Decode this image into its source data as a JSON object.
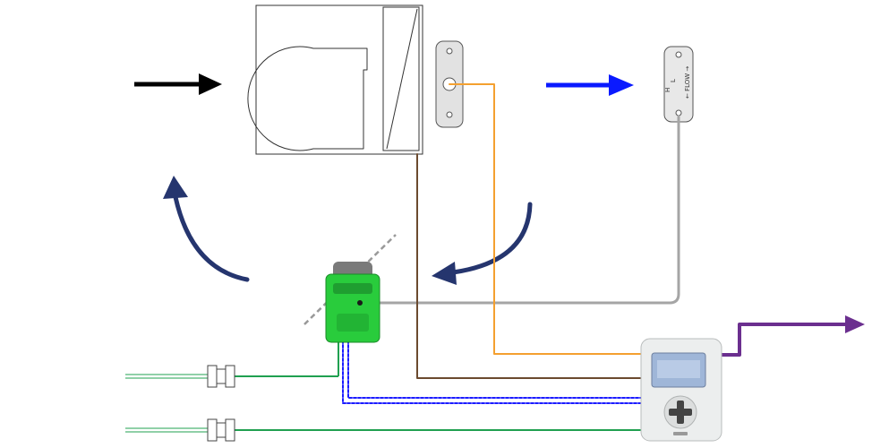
{
  "diagram": {
    "colors": {
      "duct_outline": "#333333",
      "supply_arrow": "#0a1aff",
      "intake_arrow": "#000000",
      "return_arrows": "#25356e",
      "sensor_wire": "#f4a030",
      "brown_wire": "#6b4a2f",
      "pressure_tube": "#a5a5a5",
      "bus_wire": "#6b2f8f",
      "pipe": "#20a050",
      "comm_cable": "#1c1cff",
      "actuator": "#29cc3c",
      "controller_body": "#eceeee",
      "controller_screen": "#9fb6d8"
    },
    "flow_probe": {
      "high_label": "H",
      "low_label": "L",
      "flow_label": "← FLOW →"
    },
    "icons": {
      "fan": "centrifugal-fan-icon",
      "coil": "coil-icon",
      "temperature_sensor": "duct-sensor-icon",
      "pressure_probe": "flow-pickup-icon",
      "damper_actuator": "damper-actuator-icon",
      "controller": "thermostat-controller-icon",
      "valve": "pipe-union-icon"
    }
  }
}
